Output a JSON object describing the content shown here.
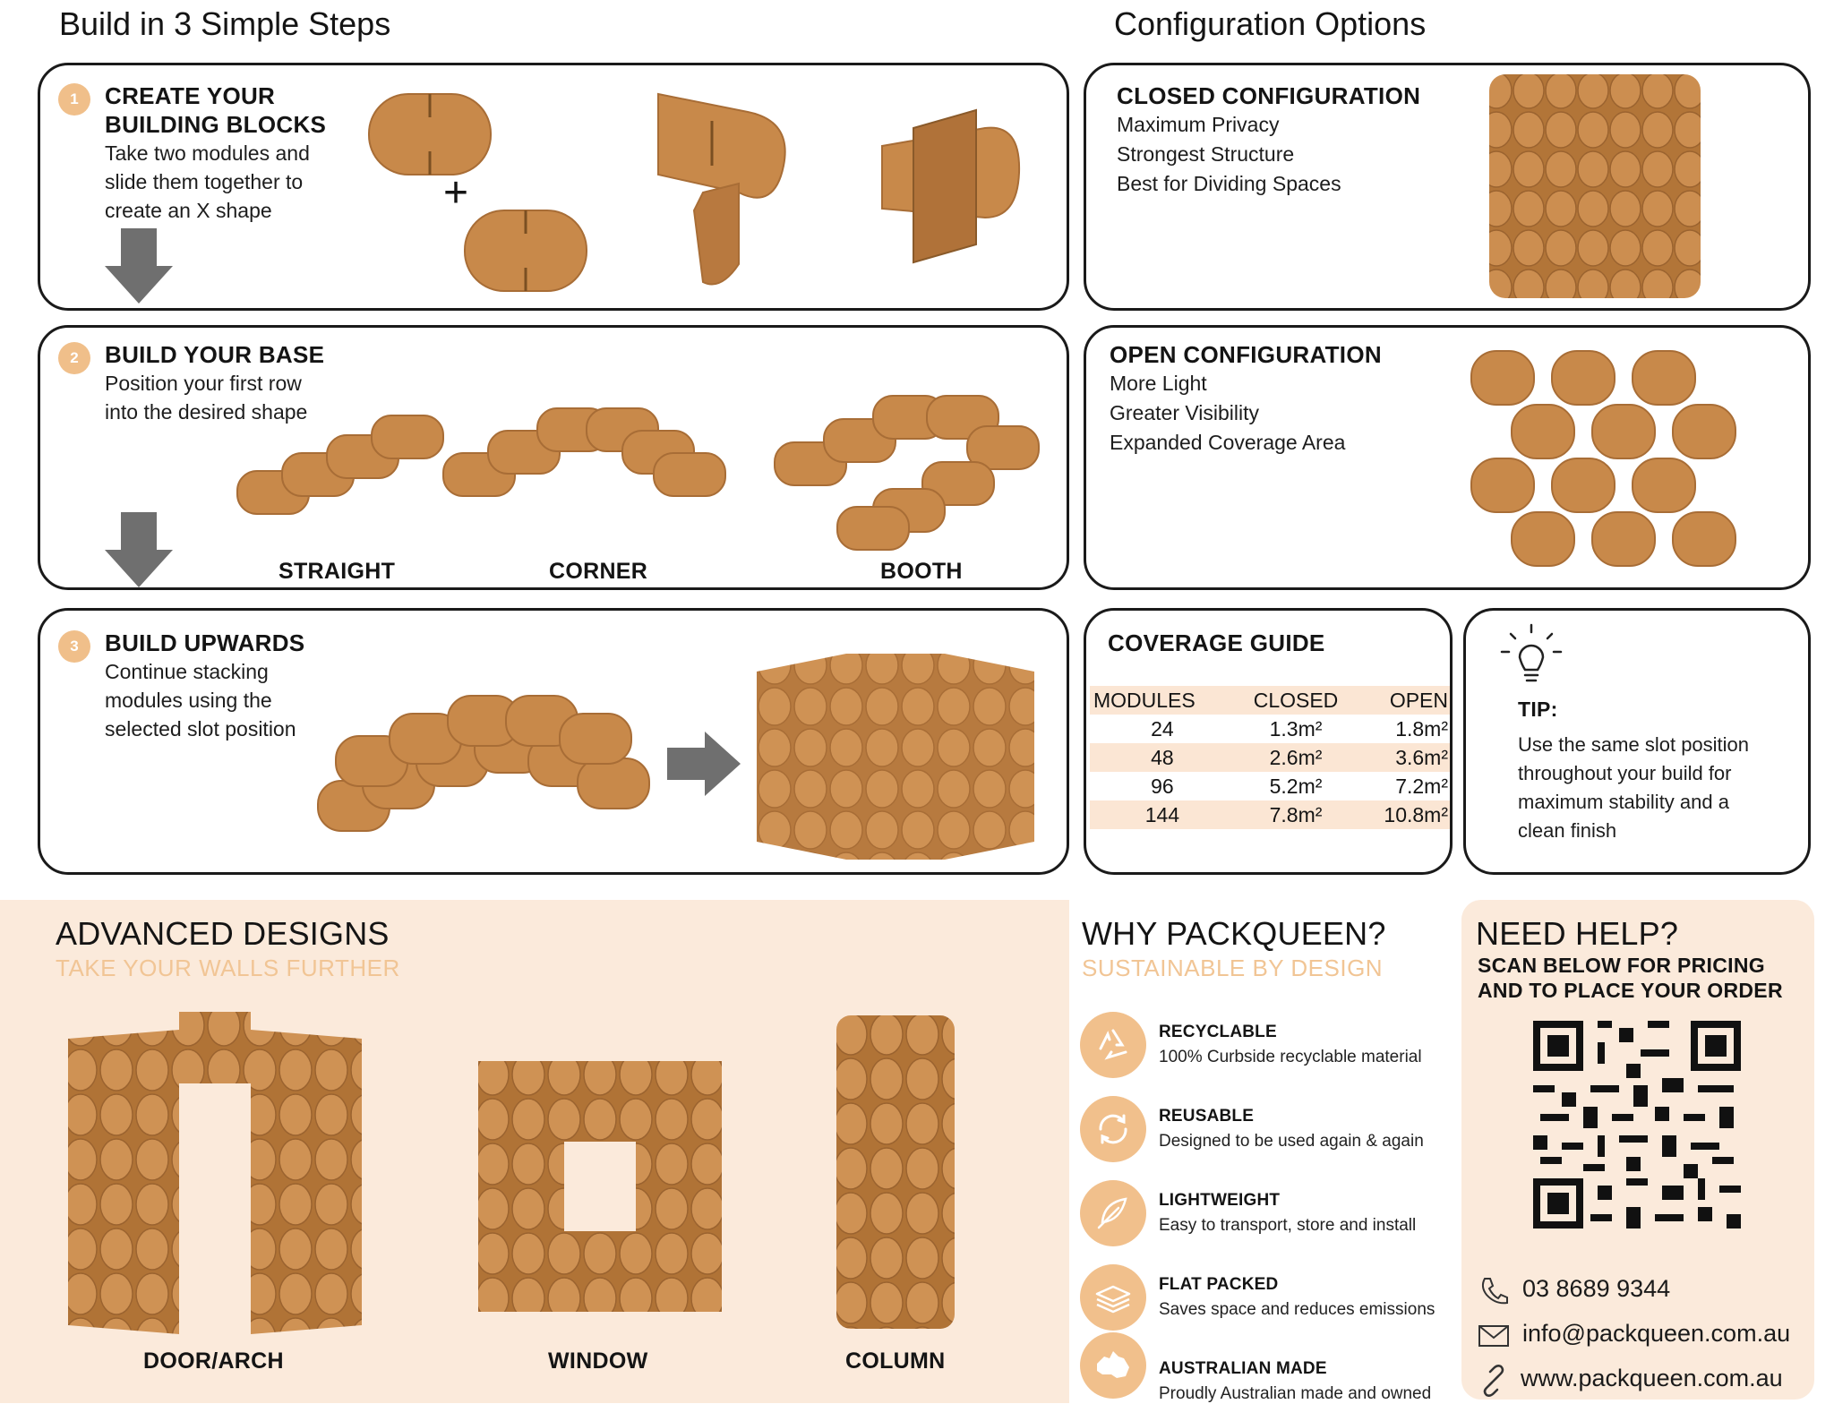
{
  "steps_title": "Build in 3 Simple Steps",
  "config_title": "Configuration Options",
  "step1": {
    "number": "1",
    "title_line1": "CREATE YOUR",
    "title_line2": "BUILDING BLOCKS",
    "desc_line1": "Take two modules and",
    "desc_line2": "slide them together to",
    "desc_line3": "create an X shape",
    "plus": "+"
  },
  "step2": {
    "number": "2",
    "title": "BUILD YOUR BASE",
    "desc_line1": "Position your first row",
    "desc_line2": "into the desired shape",
    "shapes": [
      "STRAIGHT",
      "CORNER",
      "BOOTH"
    ]
  },
  "step3": {
    "number": "3",
    "title": "BUILD UPWARDS",
    "desc_line1": "Continue stacking",
    "desc_line2": "modules using the",
    "desc_line3": "selected slot position"
  },
  "closed": {
    "title": "CLOSED CONFIGURATION",
    "items": [
      "Maximum Privacy",
      "Strongest Structure",
      "Best for Dividing Spaces"
    ]
  },
  "open": {
    "title": "OPEN CONFIGURATION",
    "items": [
      "More Light",
      "Greater Visibility",
      "Expanded Coverage Area"
    ]
  },
  "coverage": {
    "title": "COVERAGE GUIDE",
    "headers": [
      "MODULES",
      "CLOSED",
      "OPEN"
    ],
    "rows": [
      [
        "24",
        "1.3m²",
        "1.8m²"
      ],
      [
        "48",
        "2.6m²",
        "3.6m²"
      ],
      [
        "96",
        "5.2m²",
        "7.2m²"
      ],
      [
        "144",
        "7.8m²",
        "10.8m²"
      ]
    ]
  },
  "tip": {
    "label": "TIP:",
    "lines": [
      "Use the same slot position",
      "throughout your build for",
      "maximum stability and a",
      "clean finish"
    ]
  },
  "advanced": {
    "title": "ADVANCED DESIGNS",
    "subtitle": "TAKE YOUR WALLS FURTHER",
    "designs": [
      "DOOR/ARCH",
      "WINDOW",
      "COLUMN"
    ]
  },
  "why": {
    "title": "WHY PACKQUEEN?",
    "subtitle": "SUSTAINABLE BY DESIGN",
    "features": [
      {
        "title": "RECYCLABLE",
        "desc": "100% Curbside recyclable material",
        "icon": "recycle-icon"
      },
      {
        "title": "REUSABLE",
        "desc": "Designed to be used again & again",
        "icon": "refresh-icon"
      },
      {
        "title": "LIGHTWEIGHT",
        "desc": "Easy to transport, store and install",
        "icon": "feather-icon"
      },
      {
        "title": "FLAT PACKED",
        "desc": "Saves space and reduces emissions",
        "icon": "flat-stack-icon"
      },
      {
        "title": "AUSTRALIAN MADE",
        "desc": "Proudly Australian made and owned",
        "icon": "australia-icon"
      }
    ]
  },
  "help": {
    "title": "NEED HELP?",
    "subtitle_line1": "SCAN BELOW FOR PRICING",
    "subtitle_line2": "AND TO PLACE YOUR ORDER",
    "phone": "03 8689 9344",
    "email": "info@packqueen.com.au",
    "website": "www.packqueen.com.au"
  },
  "colors": {
    "cardboard": "#c8894a",
    "cardboard_dark": "#a86d36",
    "accent": "#f1c08c",
    "peach_bg": "#fbeadb",
    "arrow": "#6f6f6f"
  }
}
